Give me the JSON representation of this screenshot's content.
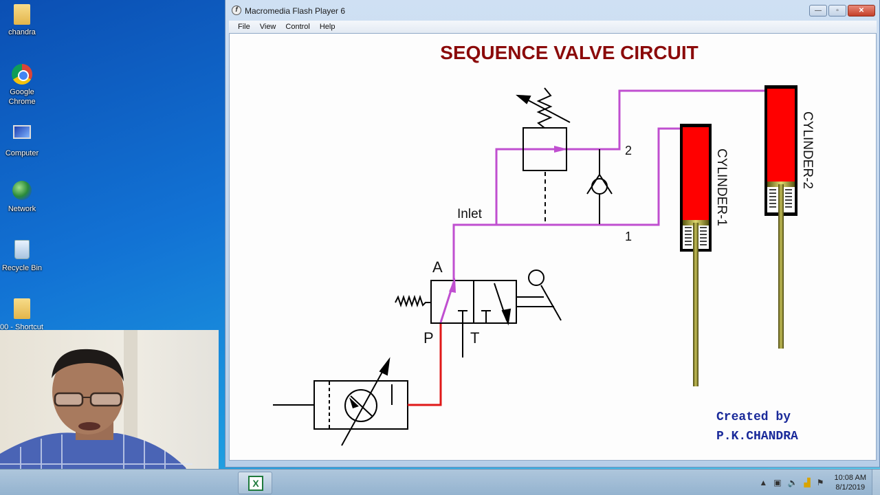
{
  "desktop": {
    "icons": [
      {
        "label": "chandra",
        "icon": "user-folder-icon"
      },
      {
        "label": "Google Chrome",
        "icon": "chrome-icon"
      },
      {
        "label": "Computer",
        "icon": "computer-icon"
      },
      {
        "label": "Network",
        "icon": "network-icon"
      },
      {
        "label": "Recycle Bin",
        "icon": "recycle-bin-icon"
      },
      {
        "label": "00 - Shortcut",
        "icon": "shortcut-folder-icon"
      }
    ]
  },
  "window": {
    "title": "Macromedia Flash Player 6",
    "controls": {
      "minimize": "—",
      "maximize": "▫",
      "close": "✕"
    },
    "menu": [
      "File",
      "View",
      "Control",
      "Help"
    ]
  },
  "diagram": {
    "title": "SEQUENCE  VALVE CIRCUIT",
    "labels": {
      "inlet": "Inlet",
      "port_1": "1",
      "port_2": "2",
      "port_A": "A",
      "port_P": "P",
      "port_T": "T",
      "cylinder_1": "CYLINDER-1",
      "cylinder_2": "CYLINDER-2"
    },
    "credit": {
      "line1": "Created by",
      "line2": "P.K.CHANDRA"
    },
    "colors": {
      "title": "#8b0a0a",
      "pressure_line": "#e01818",
      "flow_line": "#c04fd0",
      "cylinder_fill": "#ff0000",
      "rod": "#7d7a1e",
      "credit": "#1a2a9a"
    }
  },
  "taskbar": {
    "pinned": [
      {
        "icon": "excel-icon",
        "label": "X"
      }
    ],
    "tray": {
      "icons": [
        "show-hidden-icon",
        "action-center-icon",
        "volume-icon",
        "network-signal-icon",
        "flag-icon"
      ],
      "time": "10:08 AM",
      "date": "8/1/2019"
    }
  }
}
